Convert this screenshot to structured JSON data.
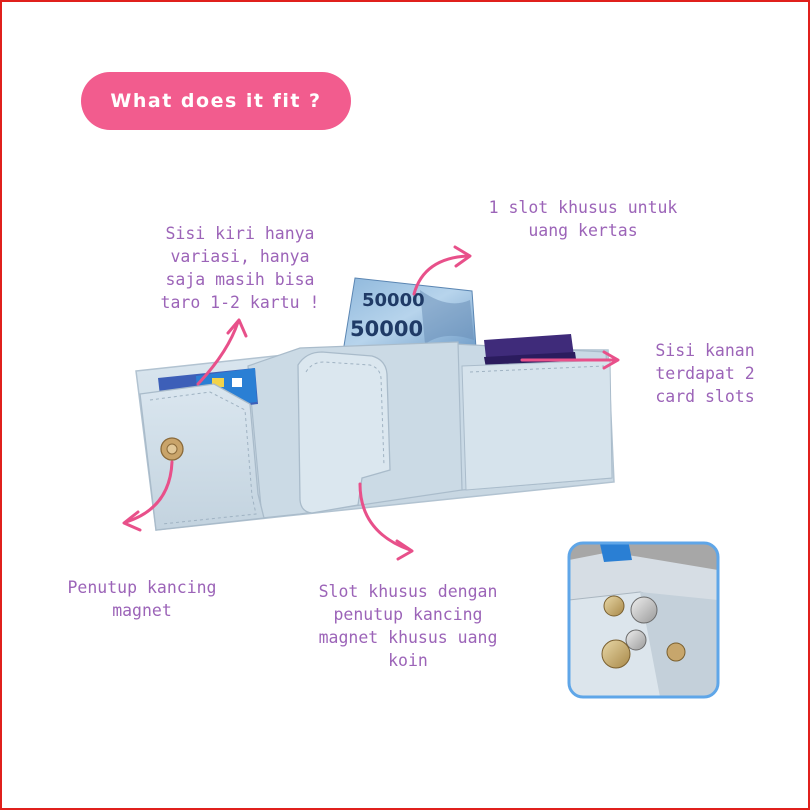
{
  "header": {
    "title": "What does it fit ?"
  },
  "labels": {
    "left_side": [
      "Sisi kiri hanya",
      "variasi, hanya",
      "saja masih bisa",
      "taro 1-2 kartu !"
    ],
    "bill_slot": [
      "1 slot khusus untuk",
      "uang kertas"
    ],
    "right_side": [
      "Sisi kanan",
      "terdapat 2",
      "card slots"
    ],
    "closure": [
      "Penutup kancing",
      "magnet"
    ],
    "coin_slot": [
      "Slot khusus dengan",
      "penutup kancing",
      "magnet khusus uang",
      "koin"
    ]
  },
  "banknote": {
    "denomination_1": "50000",
    "denomination_2": "50000"
  },
  "icons": {
    "arrow": "curved-arrow-icon",
    "snap": "magnet-snap-icon",
    "coin": "coin-icon"
  },
  "colors": {
    "frame": "#e0201c",
    "accent_pink": "#f25c8e",
    "label_purple": "#9c64b8",
    "arrow_pink": "#e8508a",
    "wallet_blue": "#cfdde8",
    "inset_border": "#5fa6e8"
  }
}
